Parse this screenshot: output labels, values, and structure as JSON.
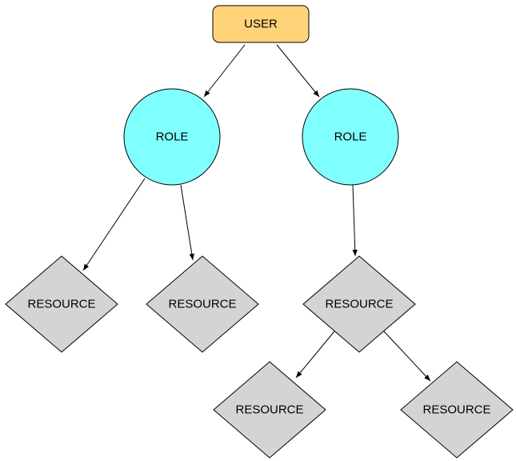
{
  "nodes": {
    "user": {
      "label": "USER",
      "kind": "user"
    },
    "role_left": {
      "label": "ROLE",
      "kind": "role"
    },
    "role_right": {
      "label": "ROLE",
      "kind": "role"
    },
    "resource_1": {
      "label": "RESOURCE",
      "kind": "resource"
    },
    "resource_2": {
      "label": "RESOURCE",
      "kind": "resource"
    },
    "resource_3": {
      "label": "RESOURCE",
      "kind": "resource"
    },
    "resource_4": {
      "label": "RESOURCE",
      "kind": "resource"
    },
    "resource_5": {
      "label": "RESOURCE",
      "kind": "resource"
    }
  },
  "edges": [
    {
      "from": "user",
      "to": "role_left"
    },
    {
      "from": "user",
      "to": "role_right"
    },
    {
      "from": "role_left",
      "to": "resource_1"
    },
    {
      "from": "role_left",
      "to": "resource_2"
    },
    {
      "from": "role_right",
      "to": "resource_3"
    },
    {
      "from": "resource_3",
      "to": "resource_4"
    },
    {
      "from": "resource_3",
      "to": "resource_5"
    }
  ],
  "colors": {
    "user_fill": "#ffd37a",
    "role_fill": "#80ffff",
    "resource_fill": "#d4d4d4",
    "stroke": "#000000"
  }
}
